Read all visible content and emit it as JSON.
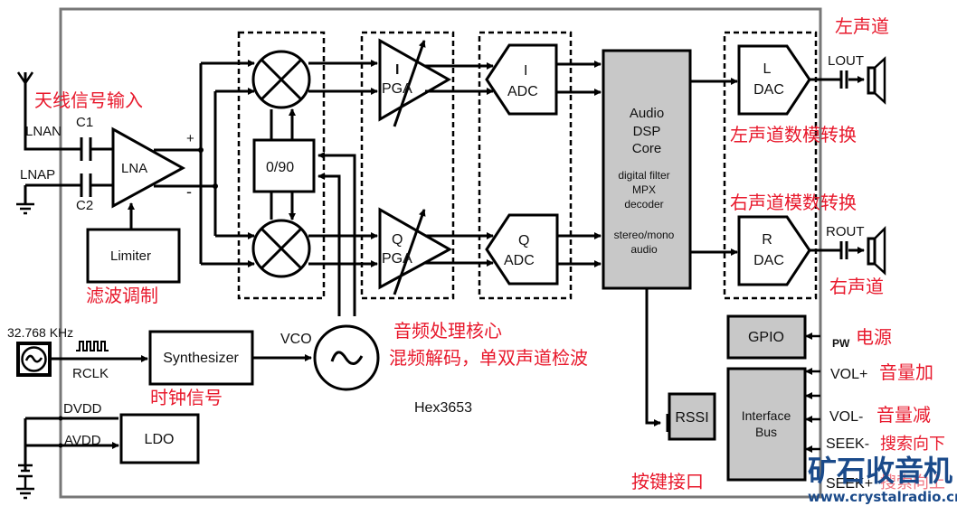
{
  "chip": {
    "name": "Hex3653"
  },
  "blocks": {
    "lna": "LNA",
    "limiter": "Limiter",
    "phase": "0/90",
    "i_pga": [
      "I",
      "PGA"
    ],
    "q_pga": [
      "Q",
      "PGA"
    ],
    "i_adc": [
      "I",
      "ADC"
    ],
    "q_adc": [
      "Q",
      "ADC"
    ],
    "dsp": [
      "Audio",
      "DSP",
      "Core",
      "digital filter",
      "MPX",
      "decoder",
      "stereo/mono",
      "audio"
    ],
    "l_dac": [
      "L",
      "DAC"
    ],
    "r_dac": [
      "R",
      "DAC"
    ],
    "synth": "Synthesizer",
    "vco": "VCO",
    "ldo": "LDO",
    "gpio": "GPIO",
    "rssi": "RSSI",
    "bus": [
      "Interface",
      "Bus"
    ]
  },
  "pins": {
    "lnan": "LNAN",
    "lnap": "LNAP",
    "c1": "C1",
    "c2": "C2",
    "plus": "+",
    "minus": "-",
    "clock": "32.768 KHz",
    "rclk": "RCLK",
    "dvdd": "DVDD",
    "avdd": "AVDD",
    "lout": "LOUT",
    "rout": "ROUT",
    "pw": "PW",
    "volp": "VOL+",
    "volm": "VOL-",
    "seekm": "SEEK-",
    "seekp": "SEEK+"
  },
  "annotations": {
    "antenna": "天线信号输入",
    "limiter": "滤波调制",
    "clock": "时钟信号",
    "core1": "音频处理核心",
    "core2": "混频解码，单双声道检波",
    "left": "左声道",
    "right": "右声道",
    "l_dac": "左声道数模转换",
    "r_dac": "右声道模数转换",
    "power": "电源",
    "volp": "音量加",
    "volm": "音量减",
    "seekm": "搜索向下",
    "seekp": "搜索向上",
    "keys": "按键接口"
  },
  "watermark": {
    "title": "矿石收音机",
    "url": "www.crystalradio.cn"
  }
}
